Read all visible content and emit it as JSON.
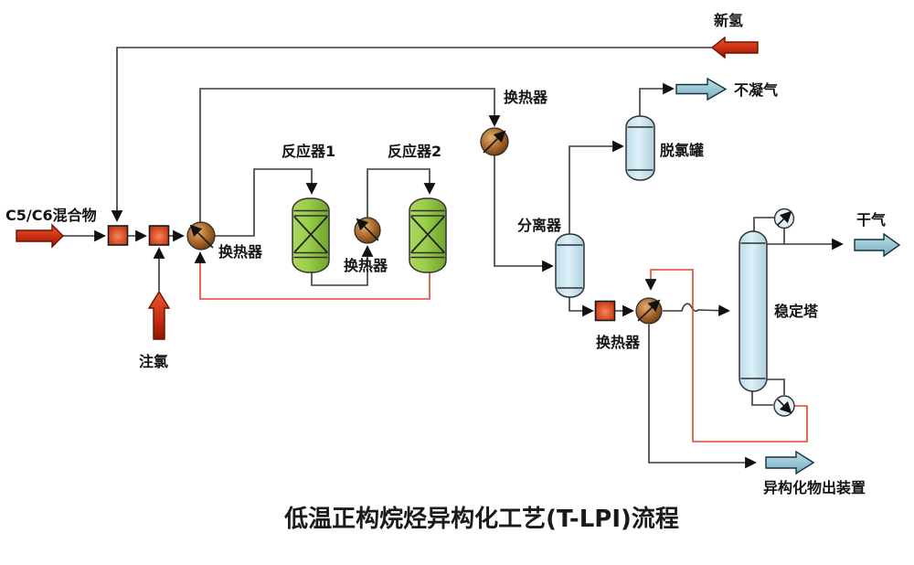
{
  "title": "低温正构烷烃异构化工艺(T-LPI)流程",
  "streams": {
    "feed": "C5/C6混合物",
    "chlorine": "注氯",
    "fresh_hydrogen": "新氢",
    "non_condensable_gas": "不凝气",
    "dry_gas": "干气",
    "isomerate_out": "异构化物出装置"
  },
  "equipment": {
    "feed_effluent_exchanger": "换热器",
    "reactor_1": "反应器1",
    "reactor_2": "反应器2",
    "interstage_exchanger": "换热器",
    "effluent_cooler_exchanger": "换热器",
    "separator": "分离器",
    "dechlorination_tank": "脱氯罐",
    "bottoms_feed_exchanger": "换热器",
    "stabilizer_column": "稳定塔"
  },
  "colors": {
    "pipe_black": "#3a3a3a",
    "pipe_hot_red": "#e2452c",
    "reactor_green": "#8cc63f",
    "vessel_light_blue": "#cfe6f2",
    "exchanger_brown": "#a8652a",
    "valve_red": "#d94e28",
    "stream_arrow_red": "#c62b10",
    "stream_arrow_blue": "#8ec0d0"
  }
}
